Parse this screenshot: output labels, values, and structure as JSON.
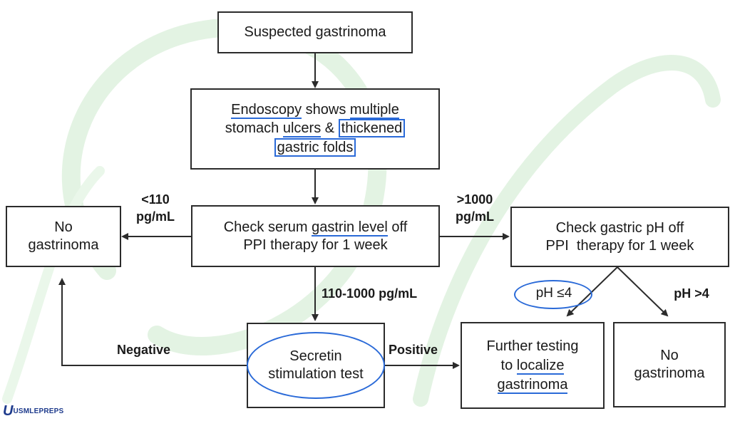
{
  "nodes": {
    "suspected": "Suspected gastrinoma",
    "endoscopy": {
      "part1": "Endoscopy",
      "part2": " shows ",
      "part3": "multiple",
      "part4": "stomach ",
      "part5": "ulcers",
      "part6": " & ",
      "part7": "thickened",
      "part8": "gastric folds"
    },
    "serum": {
      "part1": "Check serum ",
      "part2": "gastrin level",
      "part3": " off",
      "part4": "PPI therapy for 1 week"
    },
    "no_gastrinoma_left": {
      "line1": "No",
      "line2": "gastrinoma"
    },
    "ph_check": {
      "line1": "Check gastric pH off",
      "line2": "PPI  therapy for 1 week"
    },
    "secretin": {
      "line1": "Secretin",
      "line2": "stimulation test"
    },
    "further": {
      "line1": "Further testing",
      "part2": "to ",
      "part3": "localize",
      "part4": "gastrinoma"
    },
    "no_gastrinoma_right": {
      "line1": "No",
      "line2": "gastrinoma"
    }
  },
  "edge_labels": {
    "lt110": {
      "line1": "<110",
      "line2": "pg/mL"
    },
    "gt1000": {
      "line1": ">1000",
      "line2": "pg/mL"
    },
    "mid_range": "110-1000 pg/mL",
    "ph_low": "pH ≤4",
    "ph_high": "pH >4",
    "negative": "Negative",
    "positive": "Positive"
  },
  "brand": {
    "mark": "U",
    "text": "USMLEPREPS"
  },
  "colors": {
    "highlight": "#2a6ad8",
    "line": "#2b2b2b",
    "watermark": "#d9f0d9",
    "brand": "#1d3a8c"
  }
}
